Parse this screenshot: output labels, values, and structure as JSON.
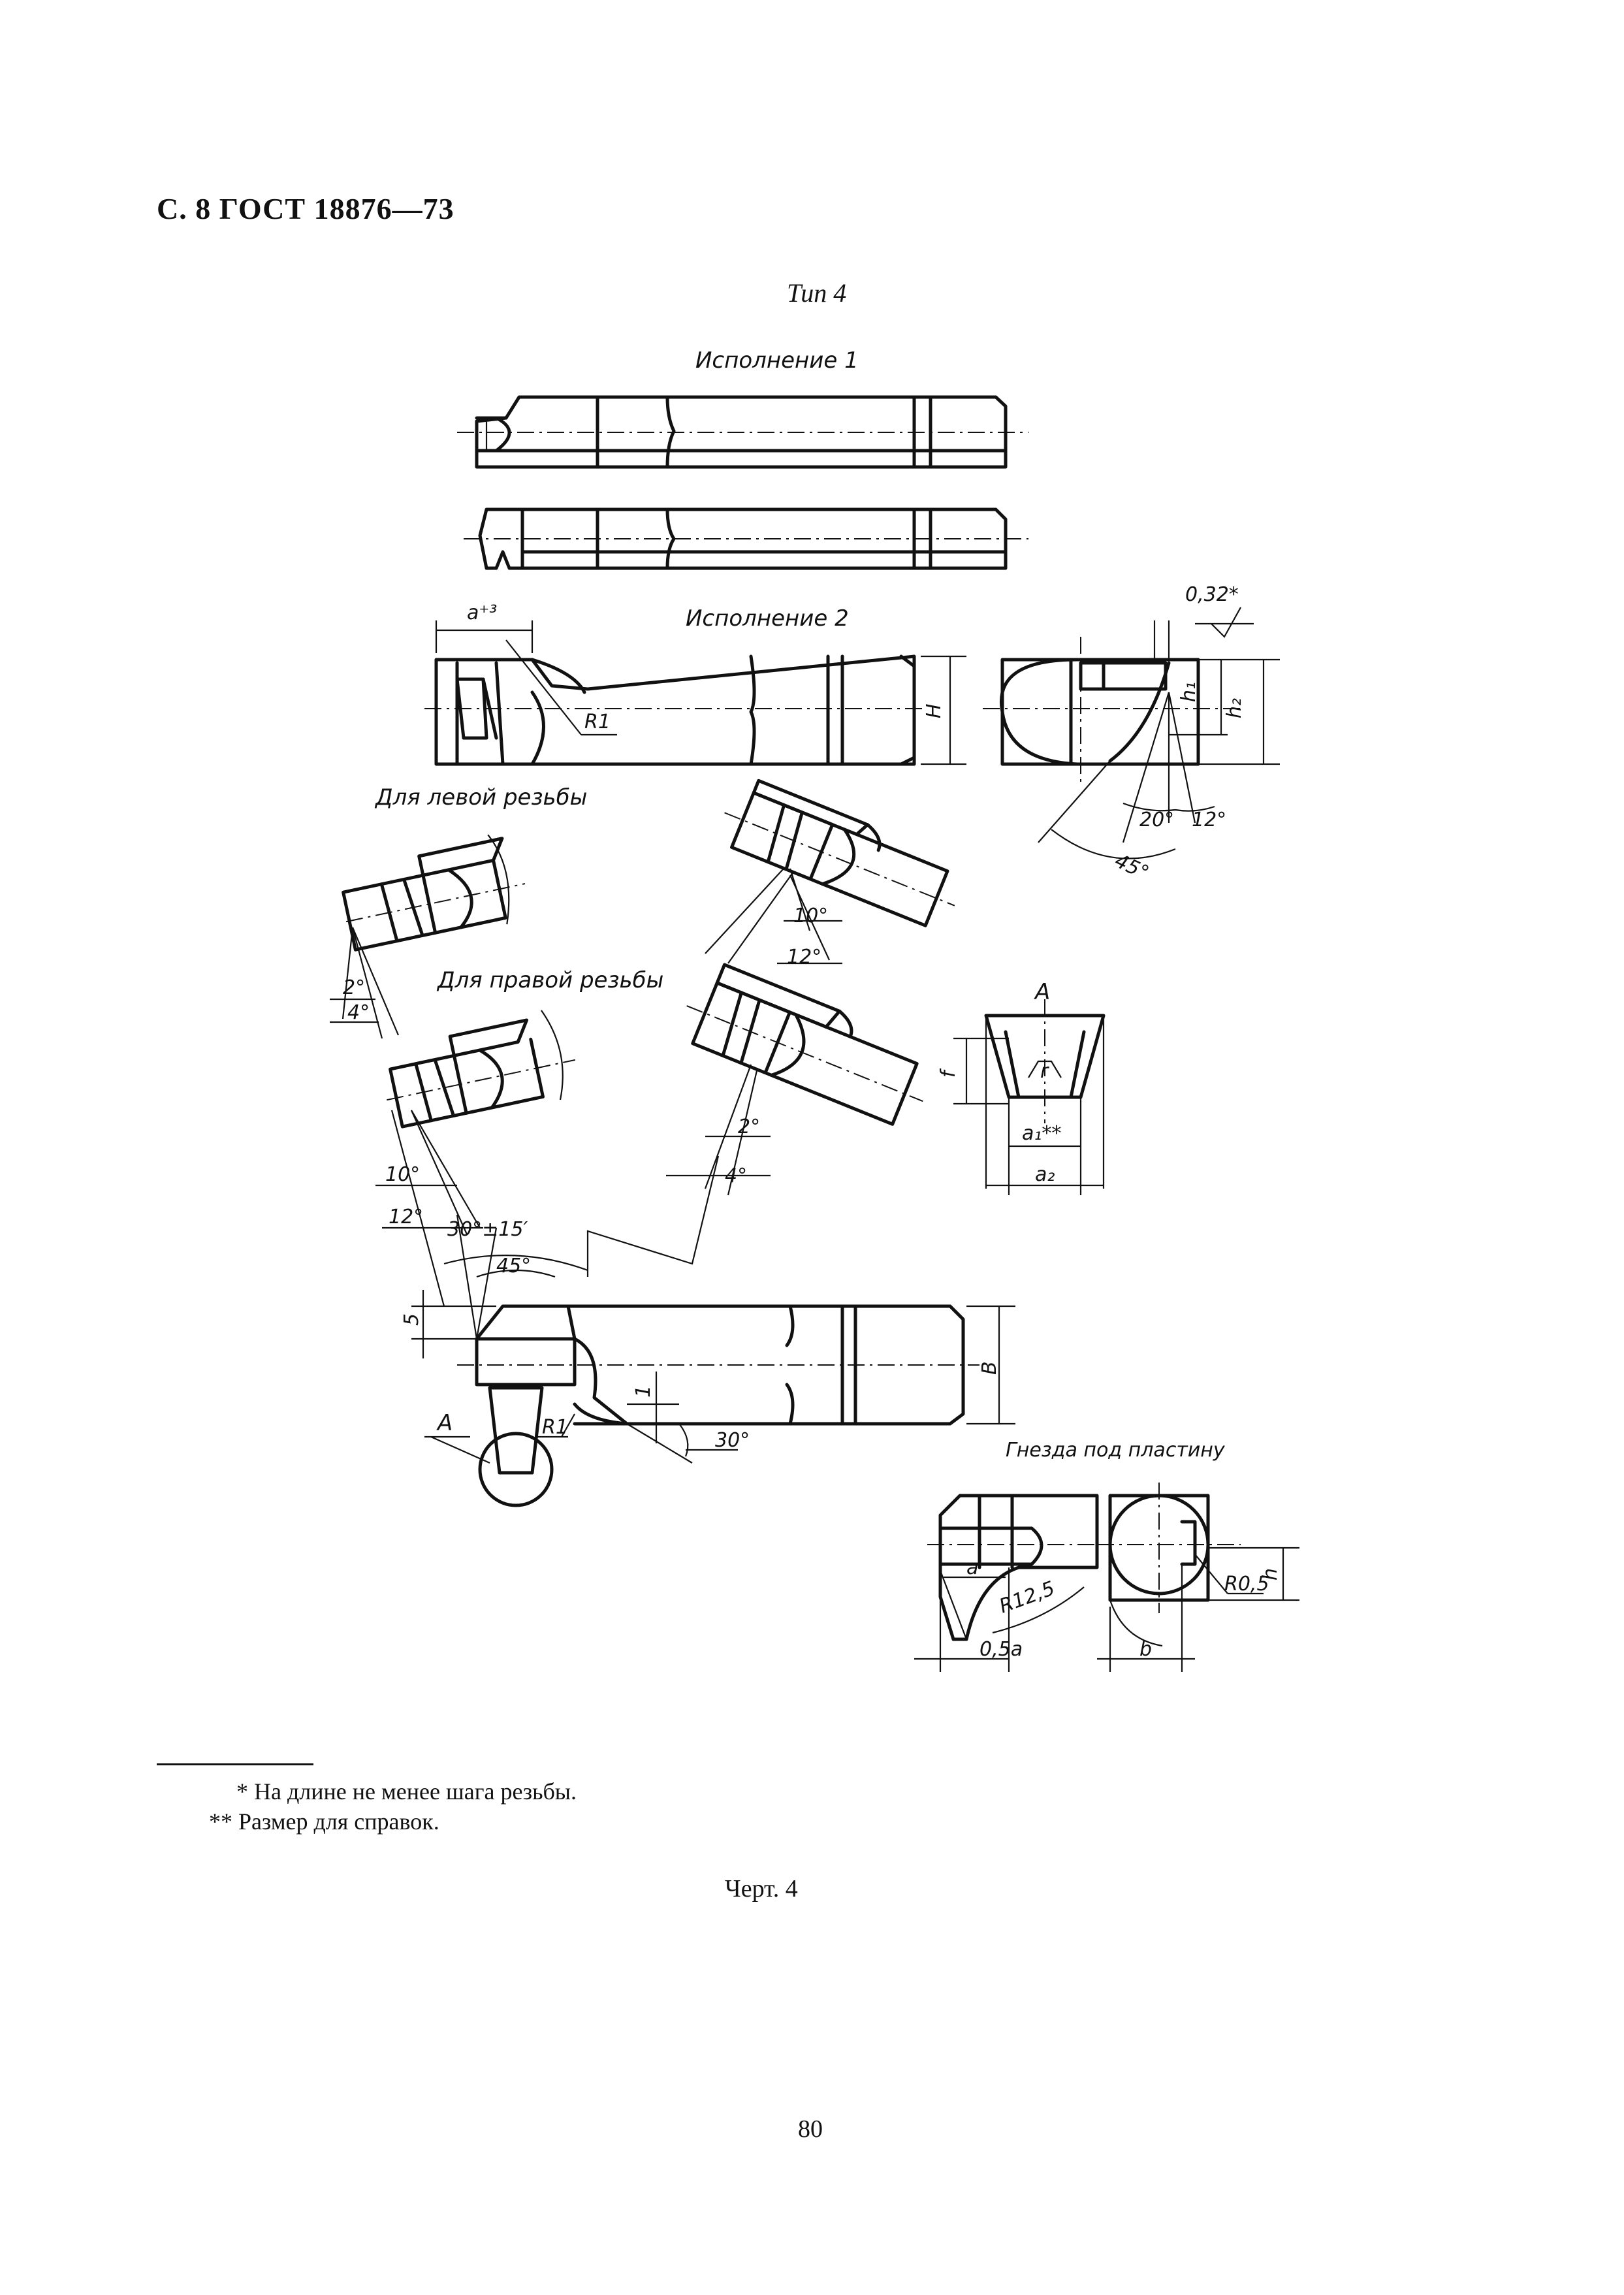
{
  "header": {
    "title": "С. 8 ГОСТ 18876—73"
  },
  "type_label": "Тип  4",
  "drawing": {
    "section1_title": "Исполнение 1",
    "section2_title": "Исполнение 2",
    "left_thread_title": "Для левой резьбы",
    "right_thread_title": "Для правой резьбы",
    "seat_title": "Гнезда под пластину",
    "dims": {
      "a_plus3": "a⁺³",
      "r1_top": "R1",
      "H": "H",
      "roughness": "0,32*",
      "h1": "h₁",
      "h2": "h₂",
      "angle20": "20°",
      "angle12_side": "12°",
      "angle45_side": "45°",
      "left_angle2": "2°",
      "left_angle4": "4°",
      "mid_angle10": "10°",
      "mid_angle12": "12°",
      "view_A": "A",
      "f": "f",
      "r": "r",
      "a1": "a₁**",
      "a2": "a₂",
      "right_angle2": "2°",
      "right_angle4": "4°",
      "low_angle10": "10°",
      "low_angle12": "12°",
      "angle30_15": "30°±15′",
      "angle45_bottom": "45°",
      "dim5": "5",
      "dim1": "1",
      "B": "B",
      "angle30": "30°",
      "A_callout": "A",
      "R1_bottom": "R1",
      "seat_a": "a",
      "seat_r125": "R12,5",
      "seat_05a": "0,5a",
      "seat_r05": "R0,5",
      "seat_h": "h",
      "seat_b": "b"
    }
  },
  "footnotes": [
    "* На длине не менее шага резьбы.",
    "** Размер для справок."
  ],
  "caption": "Черт. 4",
  "page_number": "80"
}
